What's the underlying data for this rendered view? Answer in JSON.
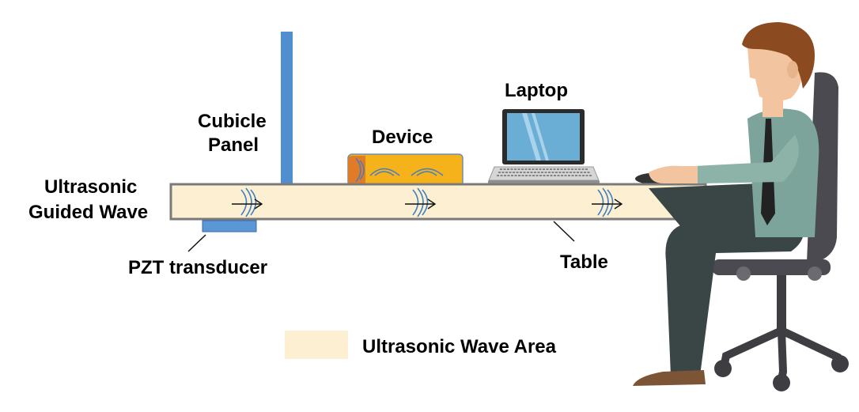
{
  "labels": {
    "cubicle_panel_line1": "Cubicle",
    "cubicle_panel_line2": "Panel",
    "device": "Device",
    "laptop": "Laptop",
    "guided_wave_line1": "Ultrasonic",
    "guided_wave_line2": "Guided Wave",
    "pzt_transducer": "PZT transducer",
    "table": "Table",
    "legend": "Ultrasonic Wave Area"
  },
  "colors": {
    "wave_area": "#fdf0d2",
    "table_border": "#7a7a7a",
    "panel": "#4f8fd0",
    "transducer": "#5b97d6",
    "device_body": "#f6b21b",
    "device_end": "#e27b26",
    "wave_arc": "#3f7fc4",
    "laptop_screen": "#6aaed6",
    "laptop_frame": "#2b2b2b",
    "shirt": "#7da49a",
    "pants": "#3a4546",
    "skin": "#f2c5a0",
    "hair": "#8b4a1f",
    "chair": "#4a4a50",
    "shoe": "#7c5436"
  },
  "icons": [
    "cubicle-panel-icon",
    "device-icon",
    "laptop-icon",
    "pzt-transducer-icon",
    "person-icon",
    "office-chair-icon",
    "mouse-icon",
    "wave-arrow-icon"
  ]
}
